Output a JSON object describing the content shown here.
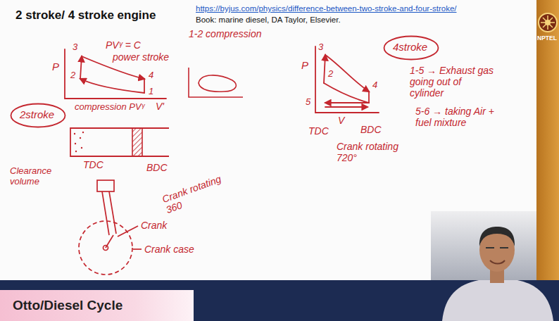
{
  "diagram": {
    "title": "2 stroke/ 4 stroke engine",
    "nodes": [
      {
        "text": [
          "2stroke"
        ]
      },
      {
        "text": [
          "4stroke"
        ]
      },
      {
        "text": [
          "Otto/Diesel Cycle"
        ]
      }
    ],
    "labels": [
      "https://byjus.com/physics/difference-between-two-stroke-and-four-stroke/",
      "Book: marine diesel, DA Taylor, Elsevier.",
      "NPTEL",
      "P",
      "3",
      "PVᵞ = C",
      "power stroke",
      "2",
      "4",
      "1",
      "compression PVᵞ",
      "V'",
      "1-2 compression",
      "Clearance volume",
      "TDC",
      "BDC",
      "Crank rotating 360",
      "Crank",
      "Crank case",
      "P",
      "3",
      "2",
      "5",
      "4",
      "V",
      "TDC",
      "BDC",
      "Crank rotating 720°",
      "1-5 → Exhaust gas going out of cylinder",
      "5-6 → taking Air + fuel mixture"
    ]
  }
}
